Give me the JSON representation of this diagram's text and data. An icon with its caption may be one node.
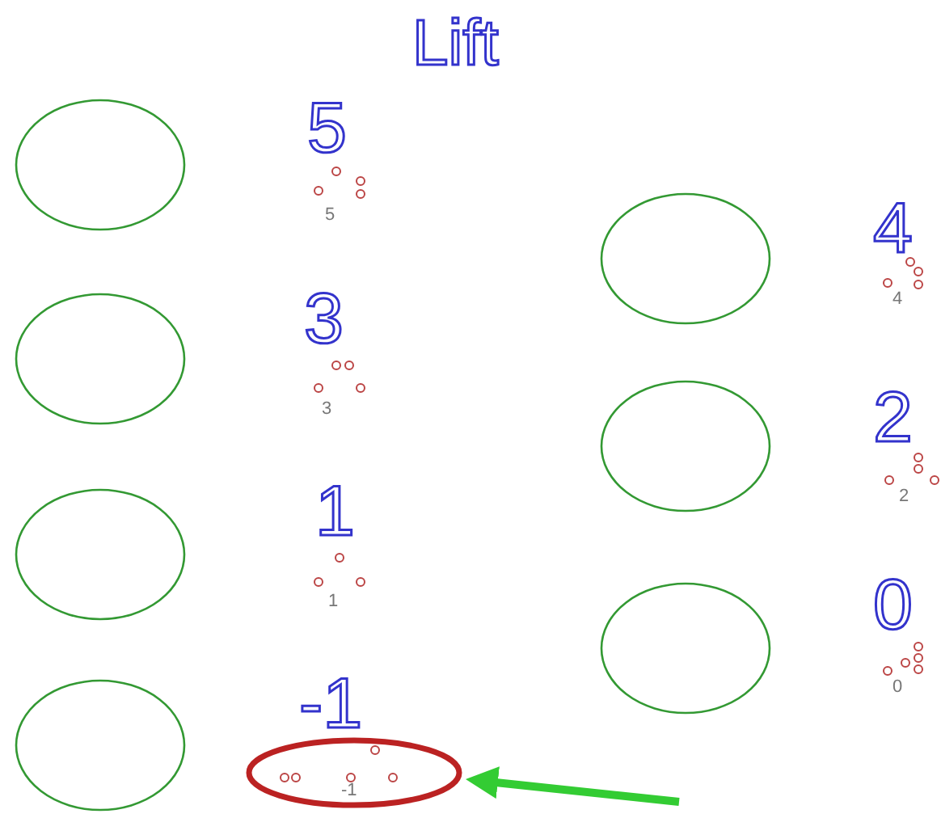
{
  "diagram": {
    "title": "Lift",
    "nodes": [
      {
        "text": [],
        "shape": "circle"
      },
      {
        "text": [],
        "shape": "circle"
      },
      {
        "text": [],
        "shape": "circle"
      },
      {
        "text": [],
        "shape": "circle"
      },
      {
        "text": [],
        "shape": "circle"
      },
      {
        "text": [],
        "shape": "circle"
      },
      {
        "text": [],
        "shape": "circle"
      },
      {
        "text": [
          "-1"
        ]
      }
    ],
    "edges": [
      {
        "from": null,
        "to": 7,
        "arrow": "to",
        "color": "#33cc33"
      }
    ],
    "labels": [
      "5",
      "5",
      "4",
      "4",
      "3",
      "3",
      "2",
      "2",
      "1",
      "1",
      "0",
      "0",
      "-1"
    ]
  }
}
